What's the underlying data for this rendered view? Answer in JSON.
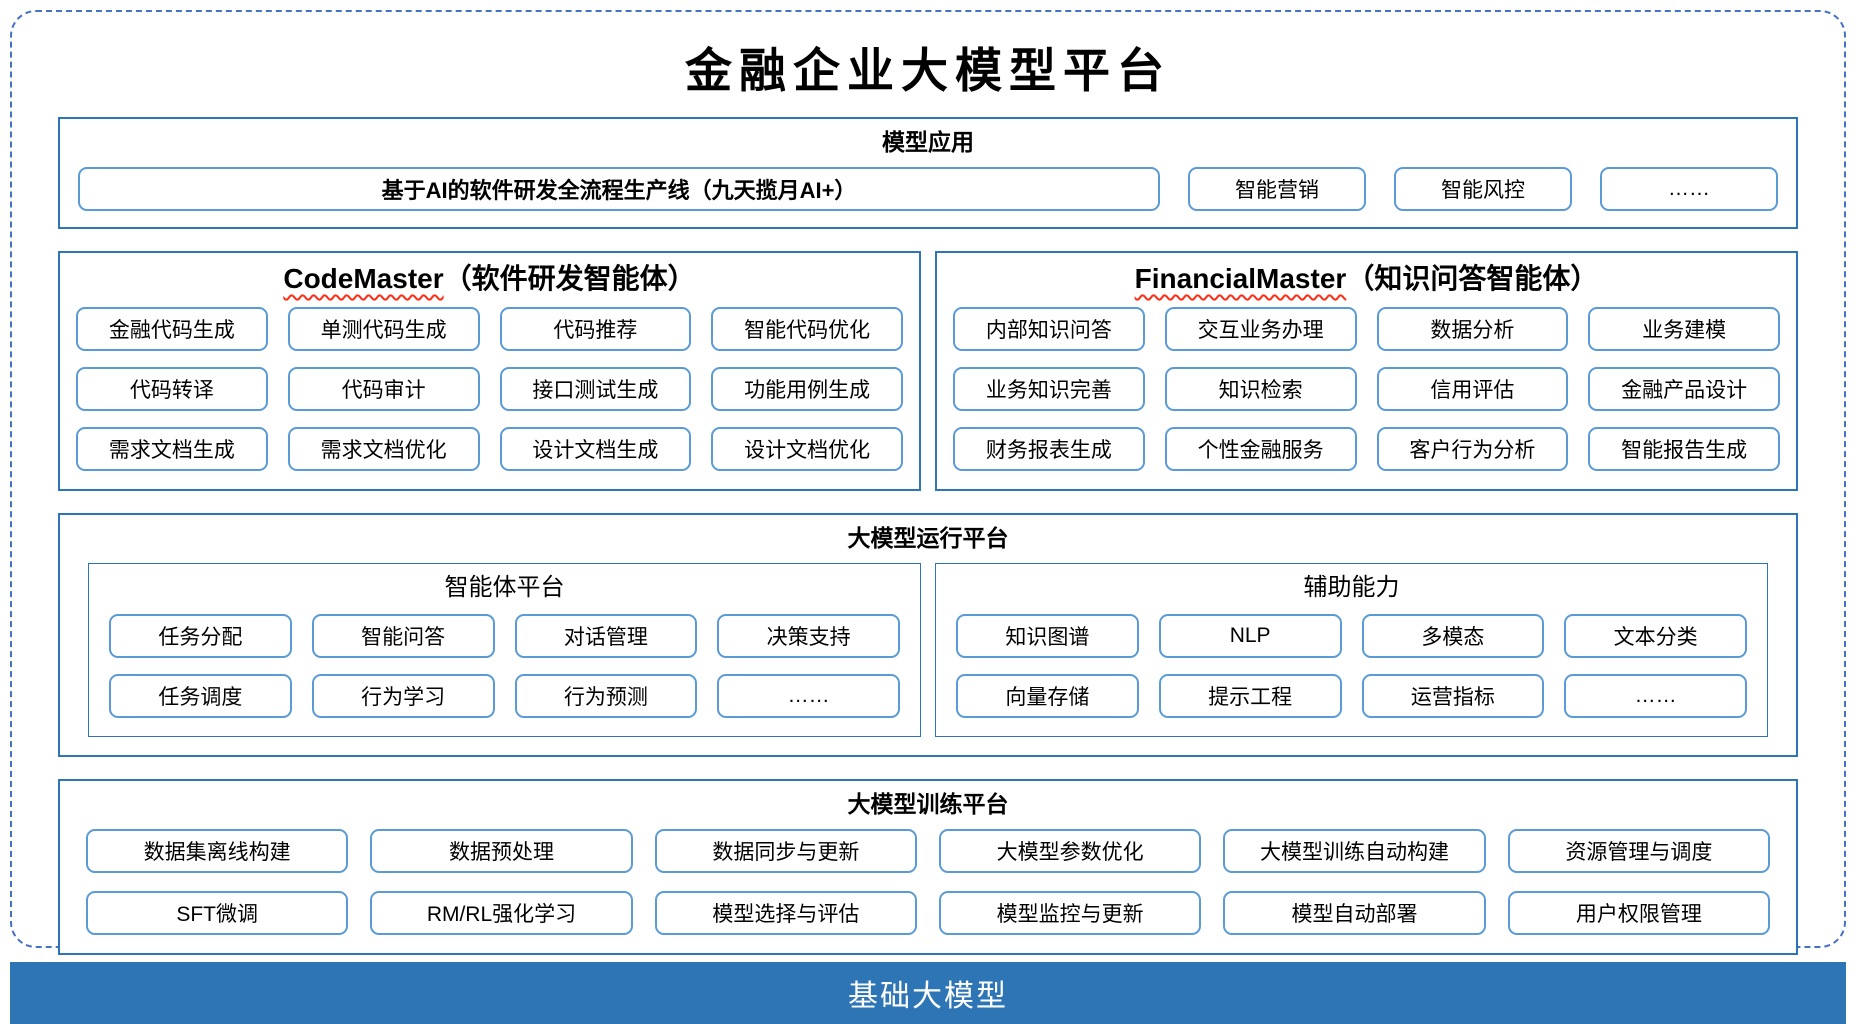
{
  "colors": {
    "dashed-border": "#4472C4",
    "panel-border": "#2E75B6",
    "item-border": "#5B9BD5",
    "foundation-bg": "#2E75B6",
    "squiggle": "#FF2D16"
  },
  "diagram": {
    "title": "金融企业大模型平台",
    "applications": {
      "header": "模型应用",
      "main_item": "基于AI的软件研发全流程生产线（九天揽月AI+）",
      "items": [
        "智能营销",
        "智能风控",
        "……"
      ]
    },
    "code_master": {
      "name": "CodeMaster",
      "subtitle": "（软件研发智能体）",
      "items": [
        "金融代码生成",
        "单测代码生成",
        "代码推荐",
        "智能代码优化",
        "代码转译",
        "代码审计",
        "接口测试生成",
        "功能用例生成",
        "需求文档生成",
        "需求文档优化",
        "设计文档生成",
        "设计文档优化"
      ]
    },
    "financial_master": {
      "name": "FinancialMaster",
      "subtitle": "（知识问答智能体）",
      "items": [
        "内部知识问答",
        "交互业务办理",
        "数据分析",
        "业务建模",
        "业务知识完善",
        "知识检索",
        "信用评估",
        "金融产品设计",
        "财务报表生成",
        "个性金融服务",
        "客户行为分析",
        "智能报告生成"
      ]
    },
    "runtime": {
      "header": "大模型运行平台",
      "agent_platform": {
        "header": "智能体平台",
        "items": [
          "任务分配",
          "智能问答",
          "对话管理",
          "决策支持",
          "任务调度",
          "行为学习",
          "行为预测",
          "……"
        ]
      },
      "aux_ability": {
        "header": "辅助能力",
        "items": [
          "知识图谱",
          "NLP",
          "多模态",
          "文本分类",
          "向量存储",
          "提示工程",
          "运营指标",
          "……"
        ]
      }
    },
    "training": {
      "header": "大模型训练平台",
      "items": [
        "数据集离线构建",
        "数据预处理",
        "数据同步与更新",
        "大模型参数优化",
        "大模型训练自动构建",
        "资源管理与调度",
        "SFT微调",
        "RM/RL强化学习",
        "模型选择与评估",
        "模型监控与更新",
        "模型自动部署",
        "用户权限管理"
      ]
    },
    "foundation": {
      "label": "基础大模型"
    }
  }
}
